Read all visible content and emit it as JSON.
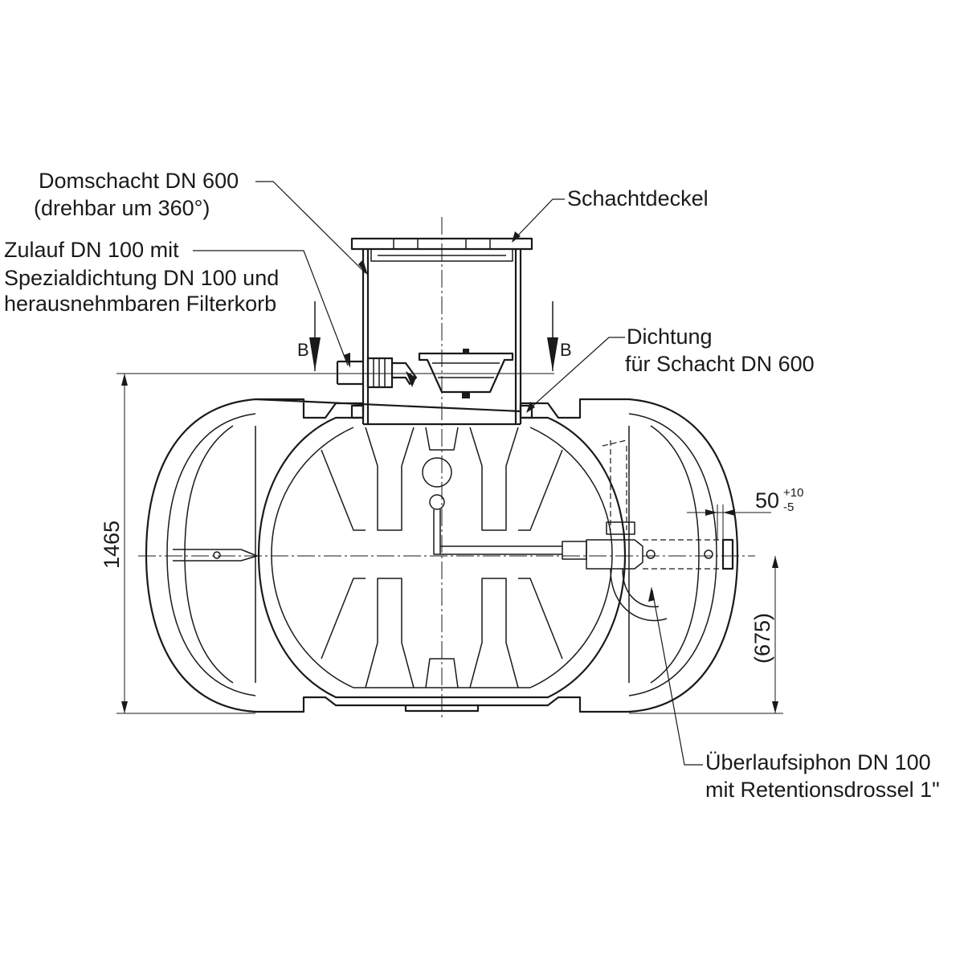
{
  "labels": {
    "dome_line1": "Domschacht DN 600",
    "dome_line2": "(drehbar um 360°)",
    "cover": "Schachtdeckel",
    "inlet_line1": "Zulauf DN 100 mit",
    "inlet_line2": "Spezialdichtung DN 100 und",
    "inlet_line3": "herausnehmbaren Filterkorb",
    "seal_line1": "Dichtung",
    "seal_line2": "für Schacht DN 600",
    "overflow_line1": "Überlaufsiphon DN 100",
    "overflow_line2": "mit Retentionsdrossel 1\""
  },
  "section_marks": {
    "left": "B",
    "right": "B"
  },
  "dimensions": {
    "height": "1465",
    "outlet_height": "(675)",
    "offset_base": "50",
    "offset_plus": "+10",
    "offset_minus": "-5"
  }
}
